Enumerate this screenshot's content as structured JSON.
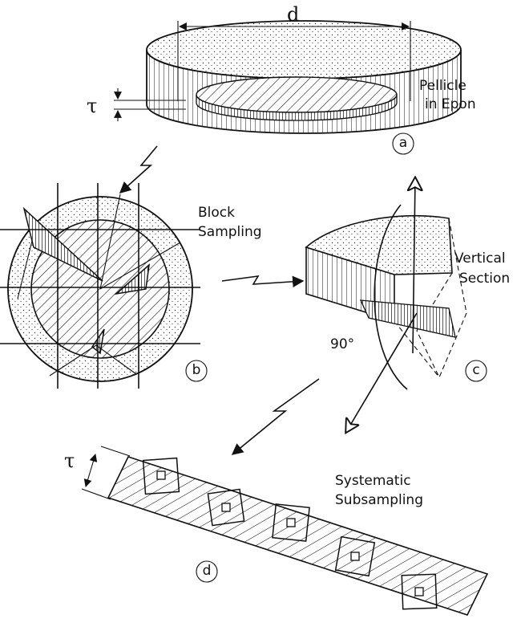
{
  "labels": {
    "d": "d",
    "tau_a": "τ",
    "tau_d": "τ",
    "pellicle_line1": "Pellicle",
    "pellicle_line2": "in Epon",
    "block_line1": "Block",
    "block_line2": "Sampling",
    "vertical_line1": "Vertical",
    "vertical_line2": "Section",
    "angle": "90°",
    "systematic_line1": "Systematic",
    "systematic_line2": "Subsampling"
  },
  "panels": {
    "a": "a",
    "b": "b",
    "c": "c",
    "d": "d"
  }
}
